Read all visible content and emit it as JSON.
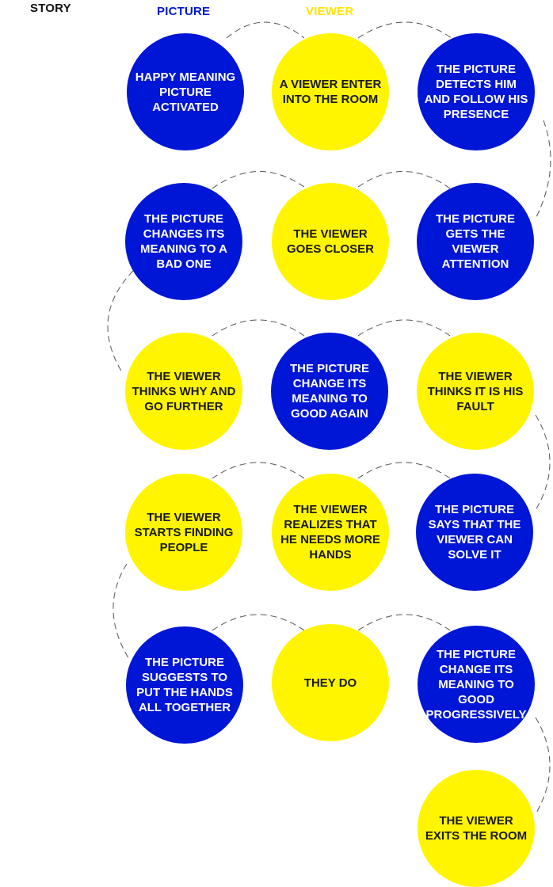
{
  "header": {
    "story": "STORY",
    "picture": "PICTURE",
    "viewer": "VIEWER"
  },
  "colors": {
    "picture": "#0016d6",
    "viewer": "#fff500",
    "picture_text": "#ffffff",
    "viewer_text": "#1a1a1a",
    "label_story": "#111111",
    "label_picture": "#0016d6",
    "label_viewer": "#ffe400"
  },
  "nodes": [
    {
      "role": "picture",
      "label": "HAPPY MEANING PICTURE ACTIVATED"
    },
    {
      "role": "viewer",
      "label": "A VIEWER ENTER INTO THE ROOM"
    },
    {
      "role": "picture",
      "label": "THE PICTURE DETECTS HIM AND FOLLOW HIS PRESENCE"
    },
    {
      "role": "picture",
      "label": "THE PICTURE GETS THE VIEWER ATTENTION"
    },
    {
      "role": "viewer",
      "label": "THE VIEWER GOES CLOSER"
    },
    {
      "role": "picture",
      "label": "THE PICTURE CHANGES ITS MEANING TO A BAD ONE"
    },
    {
      "role": "viewer",
      "label": "THE VIEWER THINKS WHY AND GO FURTHER"
    },
    {
      "role": "picture",
      "label": "THE PICTURE CHANGE ITS MEANING TO GOOD AGAIN"
    },
    {
      "role": "viewer",
      "label": "THE VIEWER THINKS IT IS HIS FAULT"
    },
    {
      "role": "picture",
      "label": "THE PICTURE SAYS THAT THE VIEWER CAN SOLVE IT"
    },
    {
      "role": "viewer",
      "label": "THE VIEWER REALIZES THAT HE NEEDS MORE HANDS"
    },
    {
      "role": "viewer",
      "label": "THE VIEWER STARTS FINDING PEOPLE"
    },
    {
      "role": "picture",
      "label": "THE PICTURE SUGGESTS TO PUT THE HANDS ALL TOGETHER"
    },
    {
      "role": "viewer",
      "label": "THEY DO"
    },
    {
      "role": "picture",
      "label": "THE PICTURE CHANGE ITS MEANING TO GOOD PROGRESSIVELY"
    },
    {
      "role": "viewer",
      "label": "THE VIEWER EXITS THE ROOM"
    }
  ]
}
